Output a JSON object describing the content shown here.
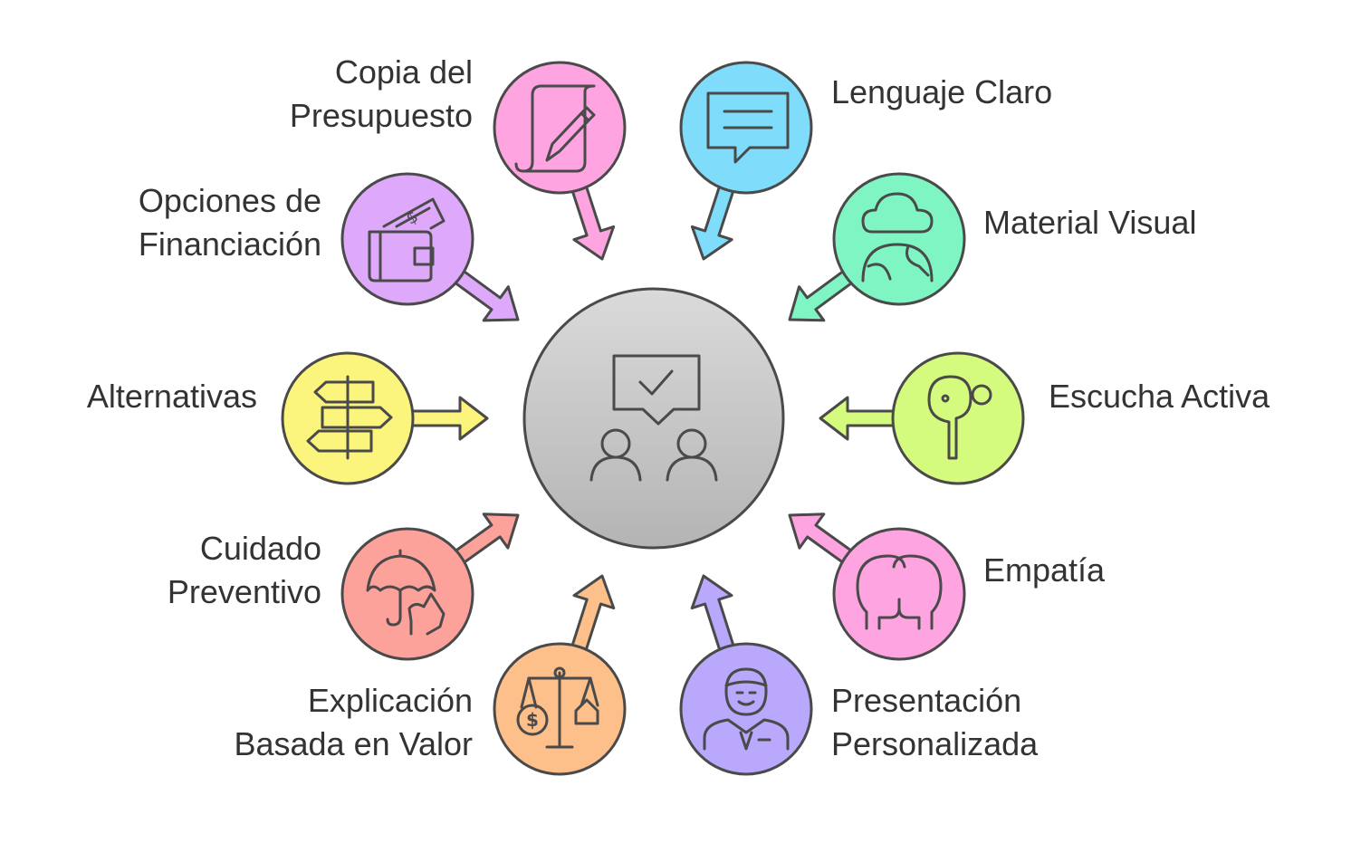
{
  "nodes": [
    {
      "id": "copia",
      "lines": [
        "Copia del",
        "Presupuesto"
      ],
      "color": "#FDA4E1",
      "icon": "scroll-pen-icon"
    },
    {
      "id": "lenguaje",
      "lines": [
        "Lenguaje Claro"
      ],
      "color": "#7FDDFB",
      "icon": "speech-bubble-icon"
    },
    {
      "id": "material",
      "lines": [
        "Material Visual"
      ],
      "color": "#7FF5C3",
      "icon": "cloud-globe-icon"
    },
    {
      "id": "escucha",
      "lines": [
        "Escucha Activa"
      ],
      "color": "#D4FB7E",
      "icon": "earbud-icon"
    },
    {
      "id": "empatia",
      "lines": [
        "Empatía"
      ],
      "color": "#FDA4E1",
      "icon": "two-heads-icon"
    },
    {
      "id": "presentacion",
      "lines": [
        "Presentación",
        "Personalizada"
      ],
      "color": "#B9A8FB",
      "icon": "businessman-icon"
    },
    {
      "id": "explicacion",
      "lines": [
        "Explicación",
        "Basada en Valor"
      ],
      "color": "#FDC08A",
      "icon": "balance-scale-icon"
    },
    {
      "id": "cuidado",
      "lines": [
        "Cuidado",
        "Preventivo"
      ],
      "color": "#FDA29A",
      "icon": "umbrella-hand-icon"
    },
    {
      "id": "alternativas",
      "lines": [
        "Alternativas"
      ],
      "color": "#FBF57E",
      "icon": "signpost-icon"
    },
    {
      "id": "opciones",
      "lines": [
        "Opciones de",
        "Financiación"
      ],
      "color": "#DFA9FB",
      "icon": "wallet-cash-icon"
    }
  ],
  "center": {
    "icon": "conversation-check-icon",
    "color": "#C8C8C8"
  }
}
